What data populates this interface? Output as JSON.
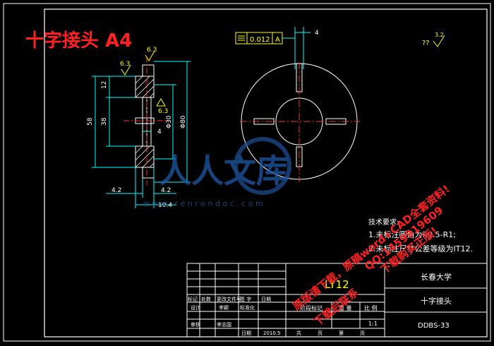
{
  "drawing": {
    "sheet_title": "十字接头 A4",
    "flatness_box": {
      "symbol": "⌯",
      "value": "0.012",
      "datum": "A"
    },
    "slot_width_dim": "4",
    "surface_finish_general": "??",
    "surface_finish_general_value": "3.2",
    "front_view": {
      "roughness_left": "6.3",
      "roughness_top": "6.3",
      "roughness_slot": "6.3",
      "dims_left": [
        "12",
        "58",
        "38"
      ],
      "dims_right": [
        "Φ80",
        "Φ30"
      ],
      "dim_center_gap": "4",
      "dim_bottom_left": "4.2",
      "dim_bottom_right": "4.2",
      "dim_total_width": "10.4"
    },
    "tech_requirements": {
      "heading": "技术要求:",
      "items": [
        "1.未标注圆角为R0.5-R1;",
        "2.未标注尺寸公差等级为IT12."
      ]
    }
  },
  "title_block": {
    "material": "LY12",
    "school": "长春大学",
    "part_name": "十字接头",
    "drawing_number": "DDBS-33",
    "scale_header": "比 例",
    "scale": "1:1",
    "weight_header": "重 量",
    "stage_marker_header": "阶段标记",
    "row_headers": [
      "标记",
      "处数",
      "更改文件号",
      "签 字",
      "日期"
    ],
    "design_label": "设计",
    "design_name": "李颖",
    "standard_label": "标准化",
    "review_label": "审核",
    "review_name": "李志国",
    "date_label": "日期",
    "date_value": "2010.5",
    "sheets_total": "共",
    "sheets_page": "页",
    "sheet_label": "第",
    "sheet_page2": "页"
  },
  "watermark": {
    "logo_text": "人人文库",
    "url": "w w w . r e n r e n d o c . c o m",
    "promo_lines": [
      "原版请下载，原稿word+CAD全套资料!",
      "QQ:1459919609",
      "下载后联系",
      "下载购买正版!"
    ]
  }
}
